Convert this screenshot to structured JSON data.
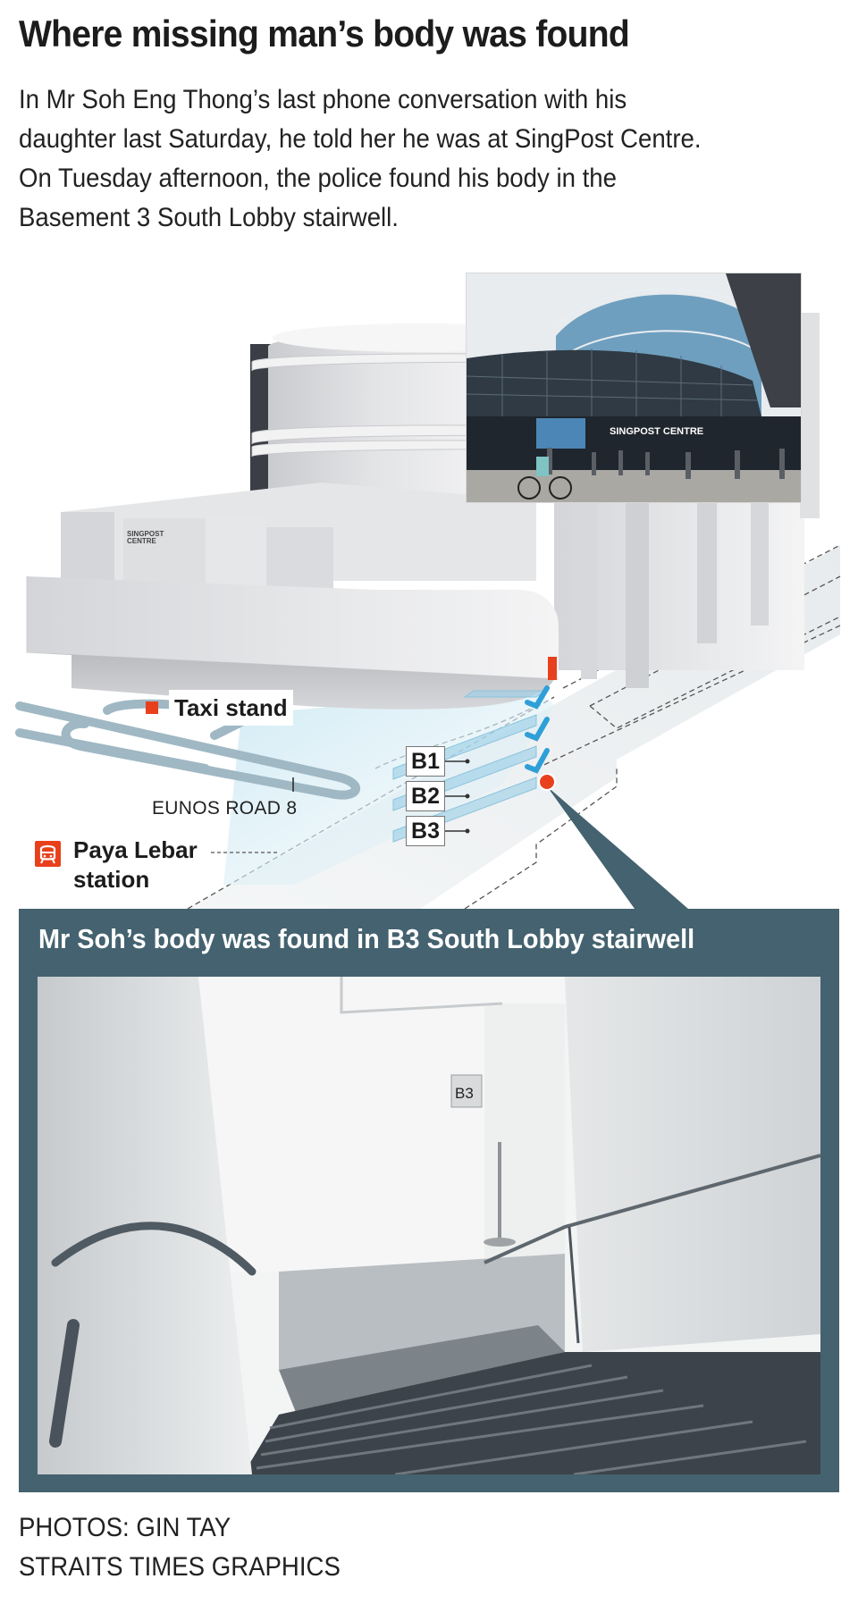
{
  "header": {
    "title": "Where missing man’s body was found",
    "intro_lines": [
      "In Mr Soh Eng Thong’s last phone conversation with his",
      "daughter last Saturday, he told her he was at SingPost Centre.",
      "On Tuesday afternoon, the police found his body in the",
      "Basement 3 South Lobby stairwell."
    ]
  },
  "diagram": {
    "building_sign": [
      "SINGPOST",
      "CENTRE"
    ],
    "photo_sign": "SINGPOST CENTRE",
    "labels": {
      "taxi_stand": "Taxi stand",
      "road": "EUNOS ROAD 8",
      "station_line1": "Paya Lebar",
      "station_line2": "station"
    },
    "levels": [
      "B1",
      "B2",
      "B3"
    ],
    "icons": {
      "taxi": "square-marker-icon",
      "station": "train-icon",
      "location": "location-dot-icon"
    },
    "colors": {
      "accent_red": "#e8401c",
      "stair_blue": "#2f9fd8",
      "glass_blue": "#bfe3f0",
      "panel": "#44626f",
      "road": "#9fb8c4"
    }
  },
  "panel": {
    "title": "Mr Soh’s body was found in B3 South Lobby stairwell",
    "sign": "B3"
  },
  "credits": {
    "photos": "PHOTOS: GIN TAY",
    "graphics": "STRAITS TIMES GRAPHICS"
  }
}
